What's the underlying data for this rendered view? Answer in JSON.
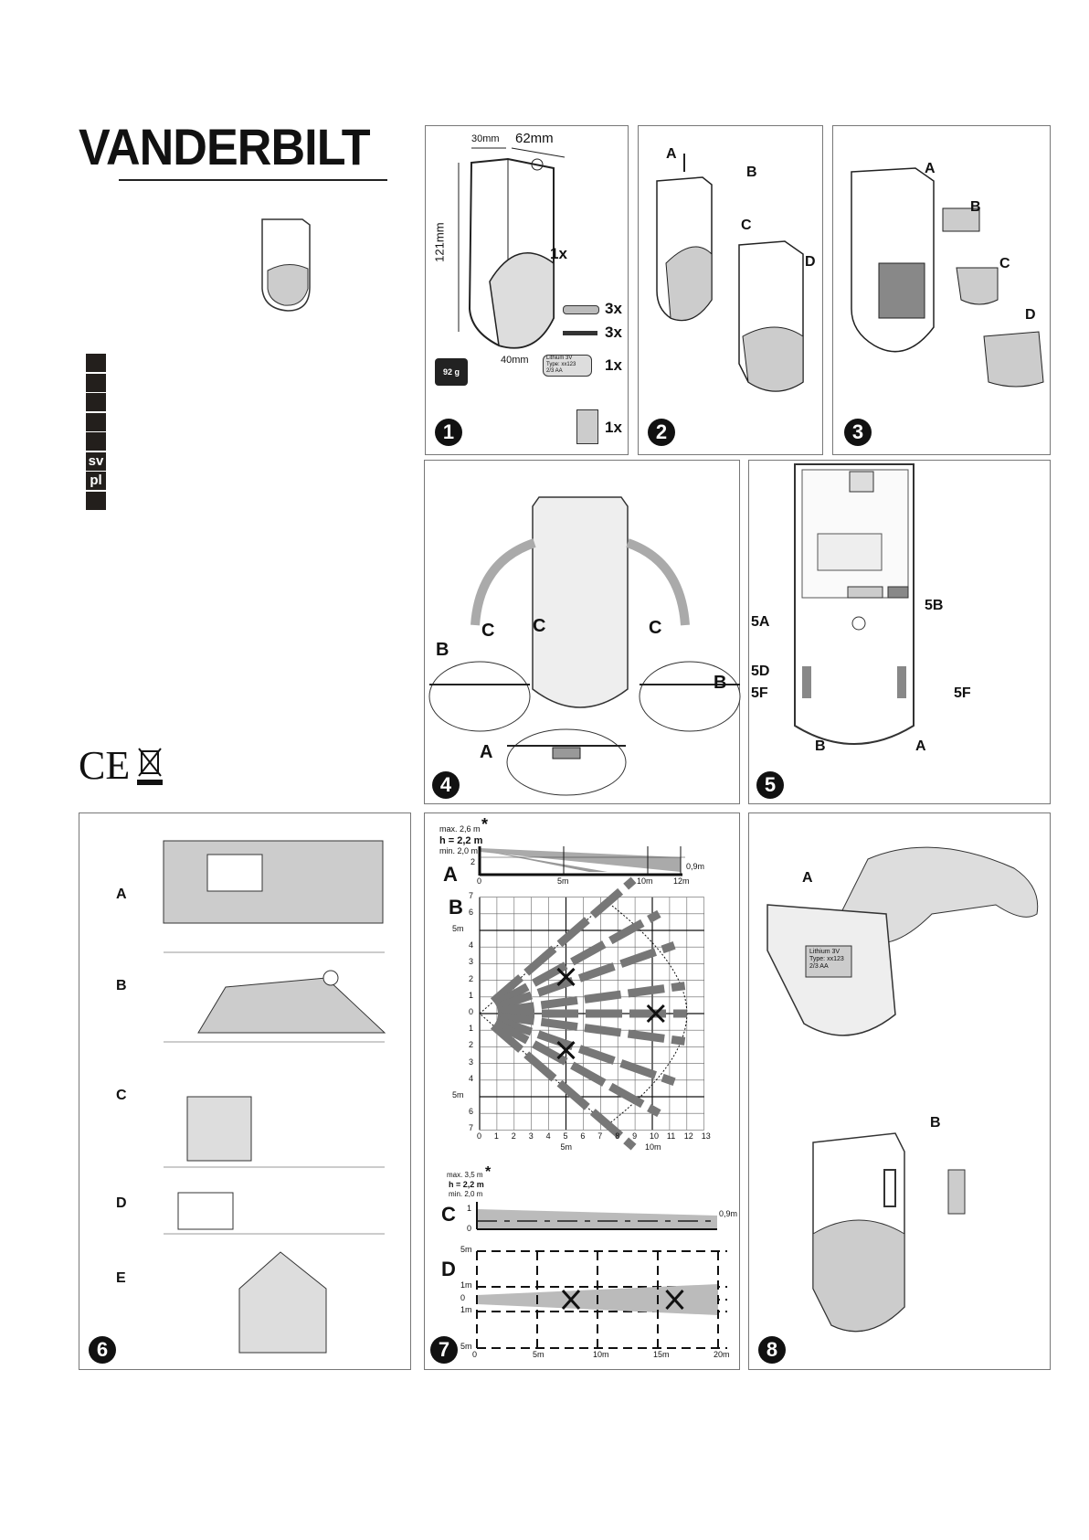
{
  "brand": {
    "logo_text": "VANDERBILT"
  },
  "languages": [
    "",
    "",
    "",
    "",
    "",
    "sv",
    "pl",
    ""
  ],
  "certifications": {
    "ce": "CE",
    "weee": "weee-bin-icon"
  },
  "panel1": {
    "number": "1",
    "dim_depth": "30mm",
    "dim_width": "62mm",
    "dim_height": "121mm",
    "dim_lens": "40mm",
    "weight": "92 g",
    "battery_text": [
      "Lithium 3V",
      "Type: xx123",
      "2/3 AA"
    ],
    "quantities": [
      "1x",
      "3x",
      "3x",
      "1x",
      "1x"
    ]
  },
  "panel2": {
    "number": "2",
    "labels": [
      "A",
      "B",
      "C",
      "D"
    ]
  },
  "panel3": {
    "number": "3",
    "labels": [
      "A",
      "B",
      "C",
      "D"
    ]
  },
  "panel4": {
    "number": "4",
    "labels": {
      "a": "A",
      "b": "B",
      "c": "C"
    }
  },
  "panel5": {
    "number": "5",
    "labels": [
      "5A",
      "5B",
      "5D",
      "5F",
      "5F",
      "B",
      "A"
    ]
  },
  "panel6": {
    "number": "6",
    "labels": [
      "A",
      "B",
      "C",
      "D",
      "E"
    ]
  },
  "panel7": {
    "number": "7",
    "a": {
      "label": "A",
      "max": "max. 2,6 m",
      "h": "h = 2,2 m",
      "min": "min. 2,0 m",
      "star": "*",
      "y_tick": "2",
      "end_height": "0,9m",
      "x_ticks": [
        "0",
        "5m",
        "10m",
        "12m"
      ]
    },
    "b": {
      "label": "B",
      "x_ticks": [
        "0",
        "1",
        "2",
        "3",
        "4",
        "5",
        "6",
        "7",
        "8",
        "9",
        "10",
        "11",
        "12",
        "13"
      ],
      "x_m_labels": [
        "5m",
        "10m"
      ],
      "y_ticks": [
        "7",
        "6",
        "5m",
        "4",
        "3",
        "2",
        "1",
        "0",
        "1",
        "2",
        "3",
        "4",
        "5m",
        "6",
        "7"
      ]
    },
    "c": {
      "label": "C",
      "max": "max. 3,5 m",
      "h": "h = 2,2 m",
      "min": "min. 2,0 m",
      "star": "*",
      "y_ticks": [
        "1",
        "0"
      ],
      "end_height": "0,9m"
    },
    "d": {
      "label": "D",
      "y_ticks": [
        "5m",
        "1m",
        "0",
        "1m",
        "5m"
      ],
      "x_ticks": [
        "0",
        "5m",
        "10m",
        "15m",
        "20m"
      ]
    }
  },
  "panel8": {
    "number": "8",
    "labels": [
      "A",
      "B"
    ],
    "battery_text": [
      "Lithium 3V",
      "Type: xx123",
      "2/3 AA"
    ]
  }
}
